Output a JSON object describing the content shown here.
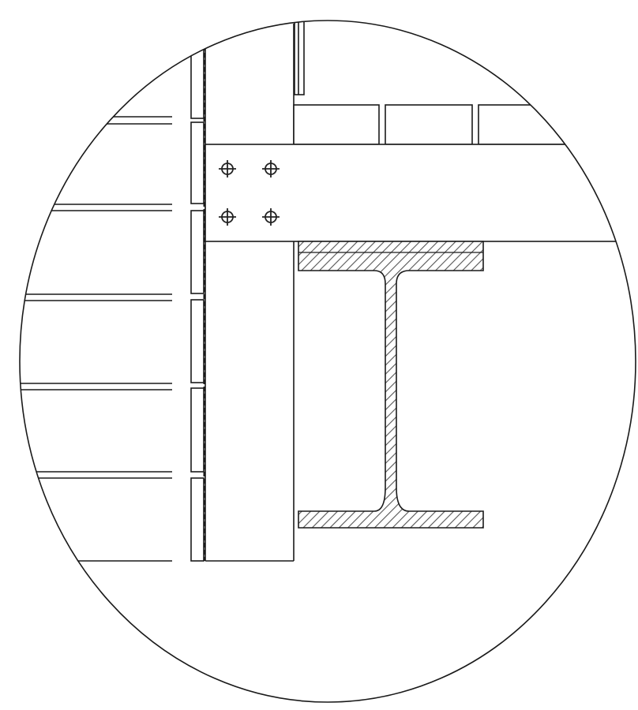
{
  "drawing": {
    "kind": "detail-callout",
    "colors": {
      "background": "#ffffff",
      "line": "#1a1a1a",
      "hatch": "#555555",
      "bolt": "#222222"
    },
    "counts": {
      "bolts": 4,
      "horizontal_strips": 6,
      "top_blocks": 3
    }
  }
}
